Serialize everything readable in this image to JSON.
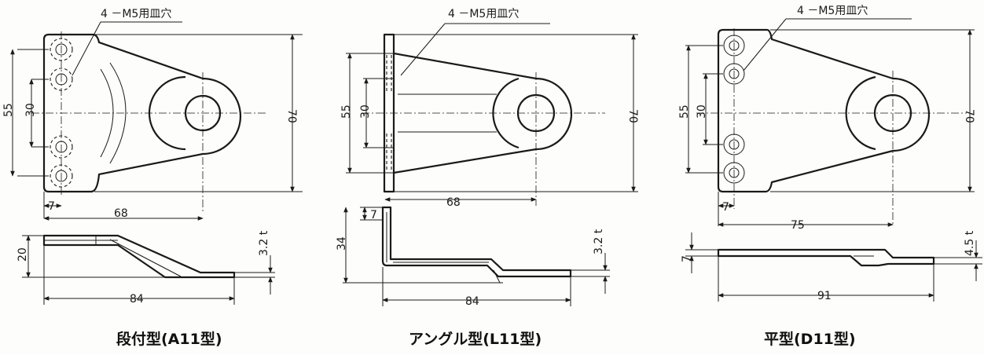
{
  "captions": {
    "a11": "段付型(A11型)",
    "l11": "アングル型(L11型)",
    "d11": "平型(D11型)"
  },
  "callouts": {
    "a11": "4 －M5用皿穴",
    "l11": "4 －M5用皿穴",
    "d11": "4 －M5用皿穴"
  },
  "dims": {
    "a11": {
      "h55": "55",
      "h30": "30",
      "h70": "70",
      "w7": "7",
      "w68": "68",
      "side_h": "20",
      "side_t": "3.2 t",
      "side_w": "84"
    },
    "l11": {
      "h55": "55",
      "h30": "30",
      "h70": "70",
      "w68": "68",
      "side_7": "7",
      "side_h": "34",
      "side_t": "3.2 t",
      "side_w": "84"
    },
    "d11": {
      "h55": "55",
      "h30": "30",
      "h70": "70",
      "w7": "7",
      "w75": "75",
      "side_h": "7",
      "side_t": "4.5 t",
      "side_w": "91"
    }
  }
}
